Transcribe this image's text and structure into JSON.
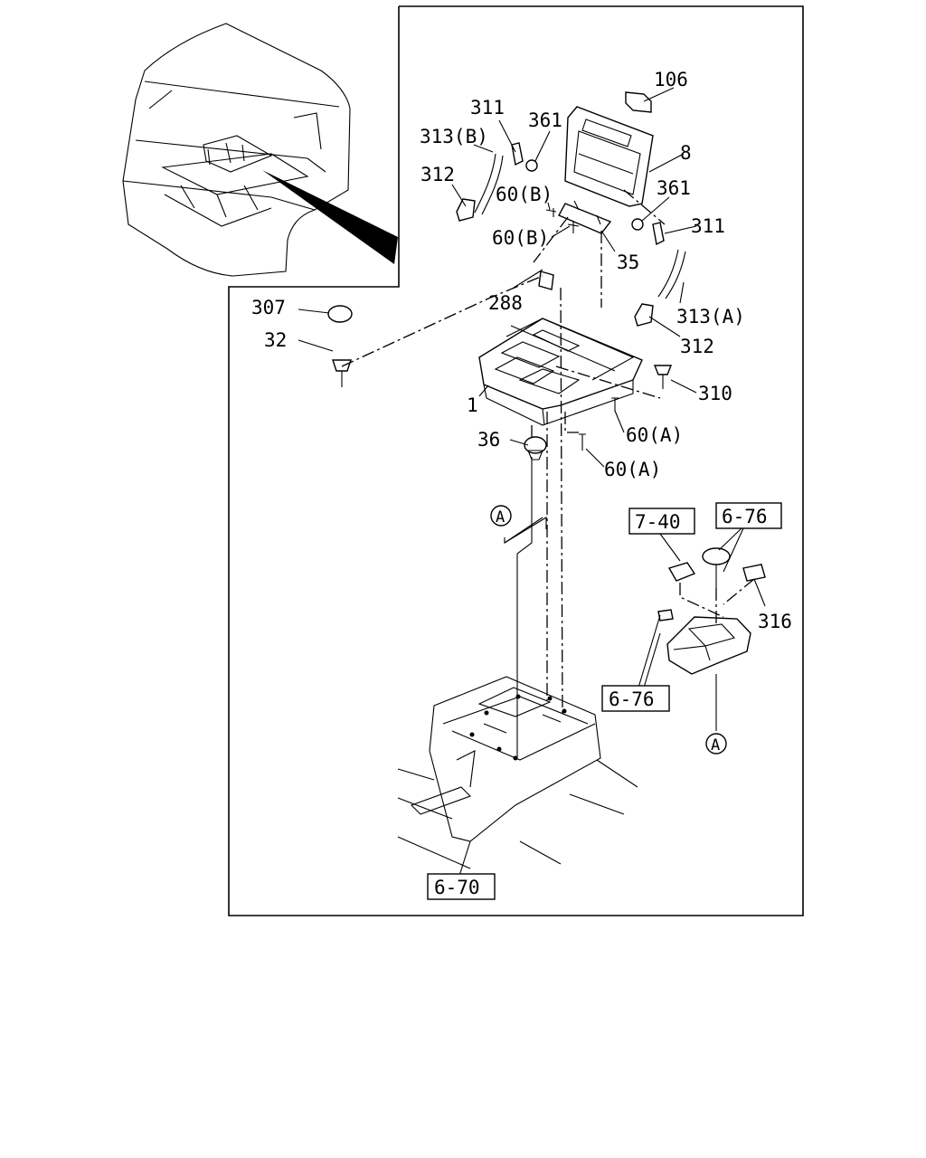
{
  "callouts": {
    "c106": "106",
    "c8": "8",
    "c311a": "311",
    "c361a": "361",
    "c313b": "313(B)",
    "c312a": "312",
    "c60b1": "60(B)",
    "c60b2": "60(B)",
    "c361b": "361",
    "c311b": "311",
    "c35": "35",
    "c288": "288",
    "c307": "307",
    "c32": "32",
    "c313a": "313(A)",
    "c312b": "312",
    "c310": "310",
    "c1": "1",
    "c60a1": "60(A)",
    "c36": "36",
    "c60a2": "60(A)",
    "c316": "316"
  },
  "refs": {
    "r740": "7-40",
    "r676a": "6-76",
    "r676b": "6-76",
    "r670": "6-70"
  },
  "markers": {
    "a1": "A",
    "a2": "A"
  }
}
